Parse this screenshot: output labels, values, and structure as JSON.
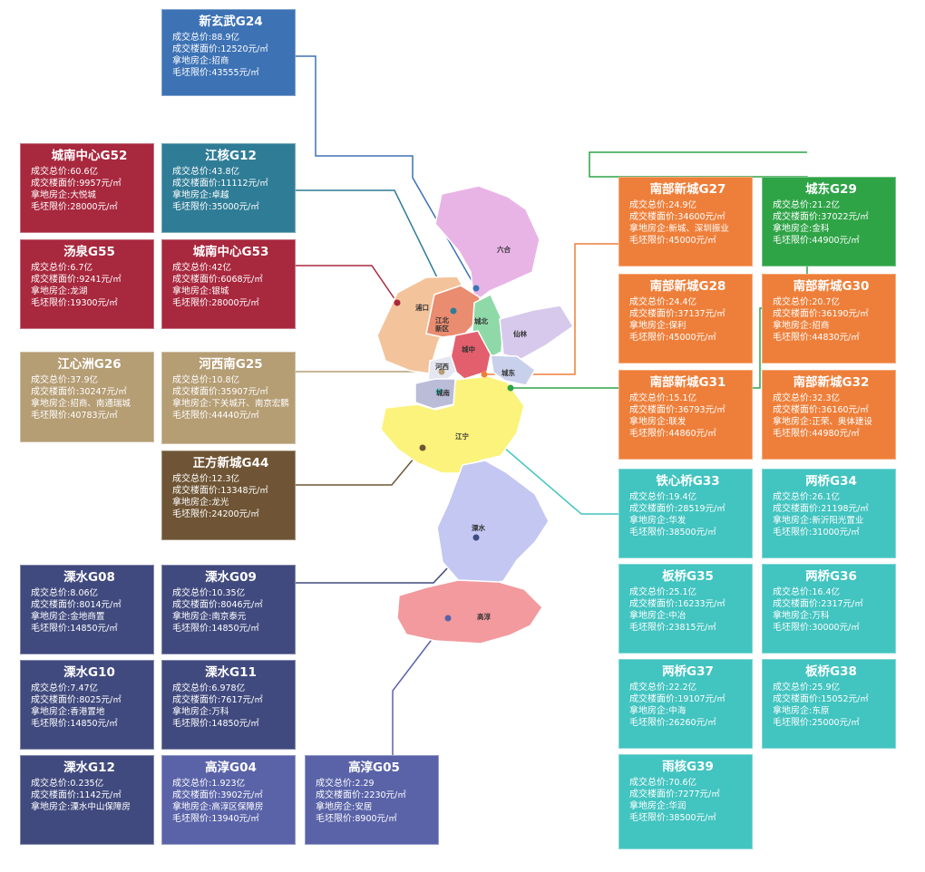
{
  "colors": {
    "blue": "#3d72b4",
    "teal_dark": "#2f7c96",
    "red": "#a8283e",
    "tan": "#b59d74",
    "brown": "#6f5535",
    "navy": "#414a7e",
    "periwinkle": "#5a63a8",
    "orange": "#ee7f3a",
    "green": "#2fa447",
    "cyan": "#42c4c0"
  },
  "map_labels": {
    "liuhe": "六合",
    "pukou": "浦口",
    "jiangbei": "江北\n新区",
    "chengbei": "城北",
    "xianlin": "仙林",
    "chengzhong": "城中",
    "hexi": "河西",
    "chengdong": "城东",
    "chengnan": "城南",
    "jiangning": "江宁",
    "lishui": "溧水",
    "gaochun": "高淳"
  },
  "cards": [
    {
      "id": "g24",
      "title": "新玄武G24",
      "l1": "成交总价:",
      "v1": "88.9亿",
      "l2": "成交楼面价:",
      "v2": "12520元/㎡",
      "l3": "拿地房企:",
      "v3": "招商",
      "l4": "毛坯限价:",
      "v4": "43555元/㎡"
    },
    {
      "id": "g52",
      "title": "城南中心G52",
      "l1": "成交总价:",
      "v1": "60.6亿",
      "l2": "成交楼面价:",
      "v2": "9957元/㎡",
      "l3": "拿地房企:",
      "v3": "大悦城",
      "l4": "毛坯限价:",
      "v4": "28000元/㎡"
    },
    {
      "id": "g12jh",
      "title": "江核G12",
      "l1": "成交总价:",
      "v1": "43.8亿",
      "l2": "成交楼面价:",
      "v2": "11112元/㎡",
      "l3": "拿地房企:",
      "v3": "卓越",
      "l4": "毛坯限价:",
      "v4": "35000元/㎡"
    },
    {
      "id": "g55",
      "title": "汤泉G55",
      "l1": "成交总价:",
      "v1": "6.7亿",
      "l2": "成交楼面价:",
      "v2": "9241元/㎡",
      "l3": "拿地房企:",
      "v3": "龙湖",
      "l4": "毛坯限价:",
      "v4": "19300元/㎡"
    },
    {
      "id": "g53",
      "title": "城南中心G53",
      "l1": "成交总价:",
      "v1": "42亿",
      "l2": "成交楼面价:",
      "v2": "6068元/㎡",
      "l3": "拿地房企:",
      "v3": "银城",
      "l4": "毛坯限价:",
      "v4": "28000元/㎡"
    },
    {
      "id": "g26",
      "title": "江心洲G26",
      "l1": "成交总价:",
      "v1": "37.9亿",
      "l2": "成交楼面价:",
      "v2": "30247元/㎡",
      "l3": "拿地房企:",
      "v3": "招商、南通瑞城",
      "l4": "毛坯限价:",
      "v4": "40783元/㎡"
    },
    {
      "id": "g25",
      "title": "河西南G25",
      "l1": "成交总价:",
      "v1": "10.8亿",
      "l2": "成交楼面价:",
      "v2": "35907元/㎡",
      "l3": "拿地房企:",
      "v3": "下关城开、南京宏鹏联合体",
      "l4": "毛坯限价:",
      "v4": "44440元/㎡"
    },
    {
      "id": "g44",
      "title": "正方新城G44",
      "l1": "成交总价:",
      "v1": "12.3亿",
      "l2": "成交楼面价:",
      "v2": "13348元/㎡",
      "l3": "拿地房企:",
      "v3": "龙光",
      "l4": "毛坯限价:",
      "v4": "24200元/㎡"
    },
    {
      "id": "g08",
      "title": "溧水G08",
      "l1": "成交总价:",
      "v1": "8.06亿",
      "l2": "成交楼面价:",
      "v2": "8014元/㎡",
      "l3": "拿地房企:",
      "v3": "金地商置",
      "l4": "毛坯限价:",
      "v4": "14850元/㎡"
    },
    {
      "id": "g09",
      "title": "溧水G09",
      "l1": "成交总价:",
      "v1": "10.35亿",
      "l2": "成交楼面价:",
      "v2": "8046元/㎡",
      "l3": "拿地房企:",
      "v3": "南京泰元",
      "l4": "毛坯限价:",
      "v4": "14850元/㎡"
    },
    {
      "id": "g10",
      "title": "溧水G10",
      "l1": "成交总价:",
      "v1": "7.47亿",
      "l2": "成交楼面价:",
      "v2": "8025元/㎡",
      "l3": "拿地房企:",
      "v3": "香港置地",
      "l4": "毛坯限价:",
      "v4": "14850元/㎡"
    },
    {
      "id": "g11",
      "title": "溧水G11",
      "l1": "成交总价:",
      "v1": "6.978亿",
      "l2": "成交楼面价:",
      "v2": "7617元/㎡",
      "l3": "拿地房企:",
      "v3": "万科",
      "l4": "毛坯限价:",
      "v4": "14850元/㎡"
    },
    {
      "id": "g12ls",
      "title": "溧水G12",
      "l1": "成交总价:",
      "v1": "0.235亿",
      "l2": "成交楼面价:",
      "v2": "1142元/㎡",
      "l3": "拿地房企:",
      "v3": "溧水中山保障房",
      "l4": "",
      "v4": ""
    },
    {
      "id": "g04",
      "title": "高淳G04",
      "l1": "成交总价:",
      "v1": "1.923亿",
      "l2": "成交楼面价:",
      "v2": "3902元/㎡",
      "l3": "拿地房企:",
      "v3": "高淳区保障房",
      "l4": "毛坯限价:",
      "v4": "13940元/㎡"
    },
    {
      "id": "g05",
      "title": "高淳G05",
      "l1": "成交总价:",
      "v1": "2.29",
      "l2": "成交楼面价:",
      "v2": "2230元/㎡",
      "l3": "拿地房企:",
      "v3": "安居",
      "l4": "毛坯限价:",
      "v4": "8900元/㎡"
    },
    {
      "id": "g27",
      "title": "南部新城G27",
      "l1": "成交总价:",
      "v1": "24.9亿",
      "l2": "成交楼面价:",
      "v2": "34600元/㎡",
      "l3": "拿地房企:",
      "v3": "新城、深圳振业",
      "l4": "毛坯限价:",
      "v4": "45000元/㎡"
    },
    {
      "id": "g29",
      "title": "城东G29",
      "l1": "成交总价:",
      "v1": "21.2亿",
      "l2": "成交楼面价:",
      "v2": "37022元/㎡",
      "l3": "拿地房企:",
      "v3": "金科",
      "l4": "毛坯限价:",
      "v4": "44900元/㎡"
    },
    {
      "id": "g28",
      "title": "南部新城G28",
      "l1": "成交总价:",
      "v1": "24.4亿",
      "l2": "成交楼面价:",
      "v2": "37137元/㎡",
      "l3": "拿地房企:",
      "v3": "保利",
      "l4": "毛坯限价:",
      "v4": "45000元/㎡"
    },
    {
      "id": "g30",
      "title": "南部新城G30",
      "l1": "成交总价:",
      "v1": "20.7亿",
      "l2": "成交楼面价:",
      "v2": "36190元/㎡",
      "l3": "拿地房企:",
      "v3": "招商",
      "l4": "毛坯限价:",
      "v4": "44830元/㎡"
    },
    {
      "id": "g31",
      "title": "南部新城G31",
      "l1": "成交总价:",
      "v1": "15.1亿",
      "l2": "成交楼面价:",
      "v2": "36793元/㎡",
      "l3": "拿地房企:",
      "v3": "联发",
      "l4": "毛坯限价:",
      "v4": "44860元/㎡"
    },
    {
      "id": "g32",
      "title": "南部新城G32",
      "l1": "成交总价:",
      "v1": "32.3亿",
      "l2": "成交楼面价:",
      "v2": "36160元/㎡",
      "l3": "拿地房企:",
      "v3": "正荣、奥体建设",
      "l4": "毛坯限价:",
      "v4": "44980元/㎡"
    },
    {
      "id": "g33",
      "title": "铁心桥G33",
      "l1": "成交总价:",
      "v1": "19.4亿",
      "l2": "成交楼面价:",
      "v2": "28519元/㎡",
      "l3": "拿地房企:",
      "v3": "华发",
      "l4": "毛坯限价:",
      "v4": "38500元/㎡"
    },
    {
      "id": "g34",
      "title": "两桥G34",
      "l1": "成交总价:",
      "v1": "26.1亿",
      "l2": "成交楼面价:",
      "v2": "21198元/㎡",
      "l3": "拿地房企:",
      "v3": "新沂阳光置业",
      "l4": "毛坯限价:",
      "v4": "31000元/㎡"
    },
    {
      "id": "g35",
      "title": "板桥G35",
      "l1": "成交总价:",
      "v1": "25.1亿",
      "l2": "成交楼面价:",
      "v2": "16233元/㎡",
      "l3": "拿地房企:",
      "v3": "中冶",
      "l4": "毛坯限价:",
      "v4": "23815元/㎡"
    },
    {
      "id": "g36",
      "title": "两桥G36",
      "l1": "成交总价:",
      "v1": "16.4亿",
      "l2": "成交楼面价:",
      "v2": "2317元/㎡",
      "l3": "拿地房企:",
      "v3": "万科",
      "l4": "毛坯限价:",
      "v4": "30000元/㎡"
    },
    {
      "id": "g37",
      "title": "两桥G37",
      "l1": "成交总价:",
      "v1": "22.2亿",
      "l2": "成交楼面价:",
      "v2": "19107元/㎡",
      "l3": "拿地房企:",
      "v3": "中海",
      "l4": "毛坯限价:",
      "v4": "26260元/㎡"
    },
    {
      "id": "g38",
      "title": "板桥G38",
      "l1": "成交总价:",
      "v1": "25.9亿",
      "l2": "成交楼面价:",
      "v2": "15052元/㎡",
      "l3": "拿地房企:",
      "v3": "东原",
      "l4": "毛坯限价:",
      "v4": "25000元/㎡"
    },
    {
      "id": "g39",
      "title": "雨核G39",
      "l1": "成交总价:",
      "v1": "70.6亿",
      "l2": "成交楼面价:",
      "v2": "7277元/㎡",
      "l3": "拿地房企:",
      "v3": "华润",
      "l4": "毛坯限价:",
      "v4": "38500元/㎡"
    }
  ]
}
